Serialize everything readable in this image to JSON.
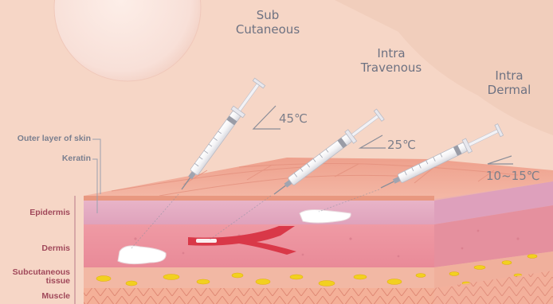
{
  "injections": {
    "subcutaneous": {
      "label_line1": "Sub",
      "label_line2": "Cutaneous",
      "angle": "45℃"
    },
    "intravenous": {
      "label_line1": "Intra",
      "label_line2": "Travenous",
      "angle": "25℃"
    },
    "intradermal": {
      "label_line1": "Intra",
      "label_line2": "Dermal",
      "angle": "10~15℃"
    }
  },
  "skin_labels": {
    "outer_layer": "Outer layer of skin",
    "keratin": "Keratin"
  },
  "layers": {
    "epidermis": "Epidermis",
    "dermis": "Dermis",
    "subcutaneous_line1": "Subcutaneous",
    "subcutaneous_line2": "tissue",
    "muscle": "Muscle"
  },
  "colors": {
    "background": "#f6d6c6",
    "label_text": "#6e7282",
    "layer_text": "#a0485a",
    "skin_surface": "#eeab98",
    "epidermis": "#e8b8c8",
    "dermis": "#e89aa8",
    "fat": "#f0b6a0",
    "fat_globule": "#f2d020",
    "muscle": "#f2a892",
    "vein": "#d93848"
  }
}
